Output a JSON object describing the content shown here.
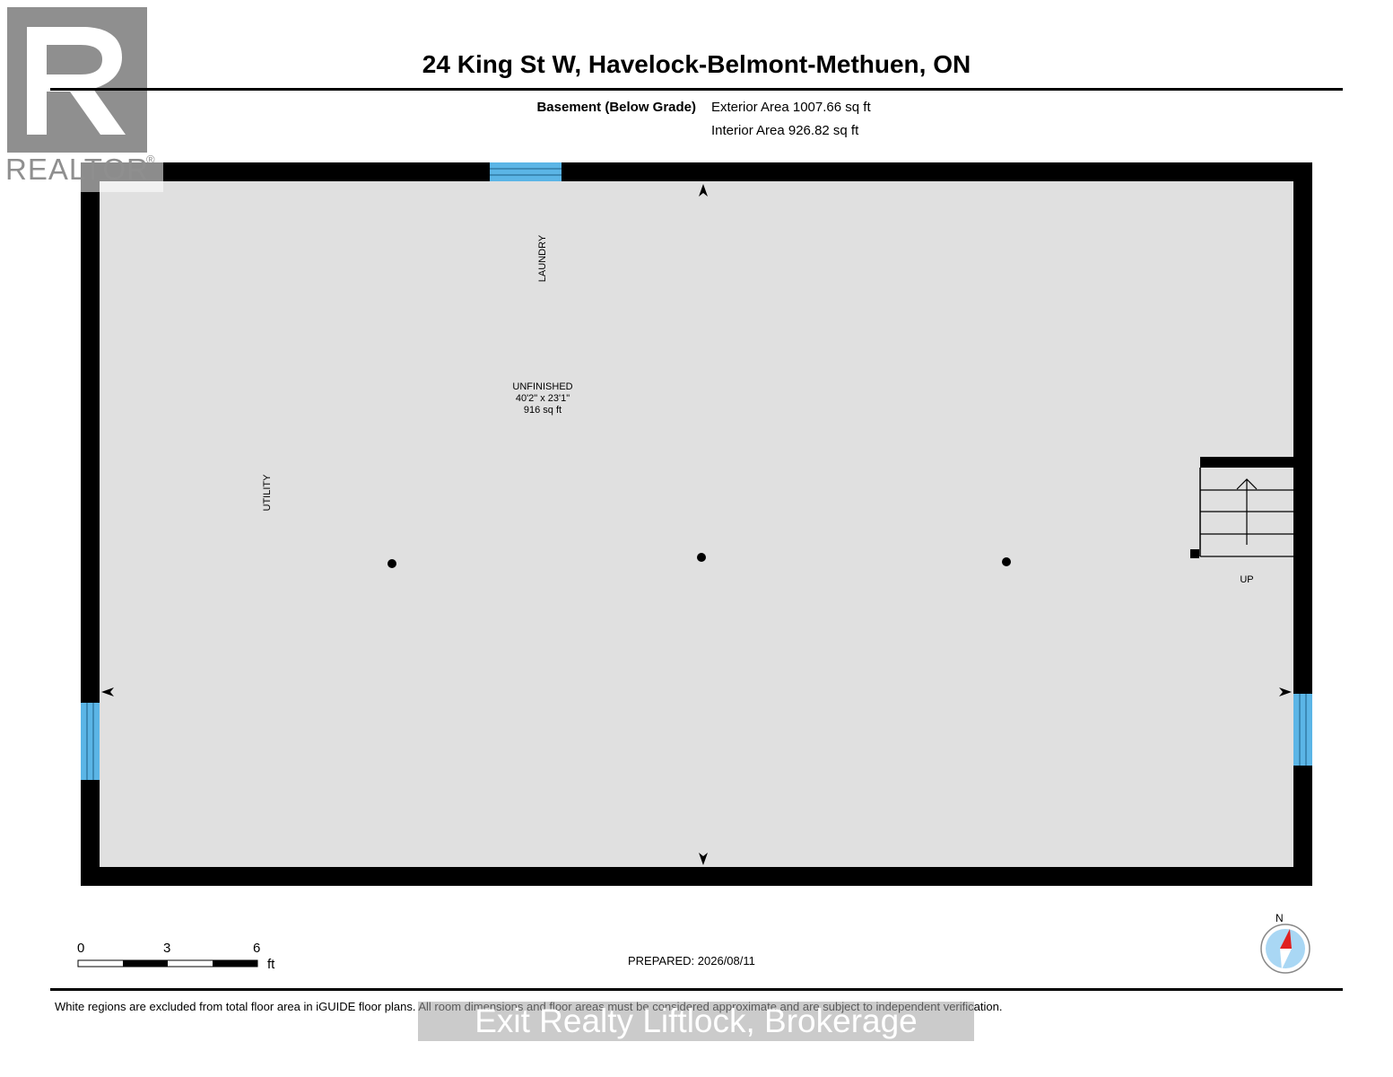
{
  "header": {
    "title": "24 King St W, Havelock-Belmont-Methuen, ON",
    "floor_name": "Basement (Below Grade)",
    "exterior_area": "Exterior Area 1007.66 sq ft",
    "interior_area": "Interior Area 926.82 sq ft"
  },
  "logo": {
    "text": "REALTOR",
    "registered_mark": "®",
    "color": "#8f8f8f"
  },
  "plan": {
    "room": {
      "name": "UNFINISHED",
      "dimensions": "40'2\" x 23'1\"",
      "area": "916 sq ft"
    },
    "labels": {
      "laundry": "LAUNDRY",
      "utility": "UTILITY",
      "stairs": "UP"
    },
    "colors": {
      "floor": "#e0e0e0",
      "wall": "#000000",
      "window": "#5bb5e6"
    }
  },
  "scale_bar": {
    "ticks": [
      "0",
      "3",
      "6"
    ],
    "unit": "ft"
  },
  "compass": {
    "label": "N",
    "needle_color": "#e02020",
    "dial_color": "#a9d7f4"
  },
  "footer": {
    "prepared": "PREPARED: 2026/08/11",
    "disclaimer": "White regions are excluded from total floor area in iGUIDE floor plans. All room dimensions and floor areas must be considered approximate and are subject to independent verification.",
    "watermark": "Exit Realty Liftlock, Brokerage"
  }
}
